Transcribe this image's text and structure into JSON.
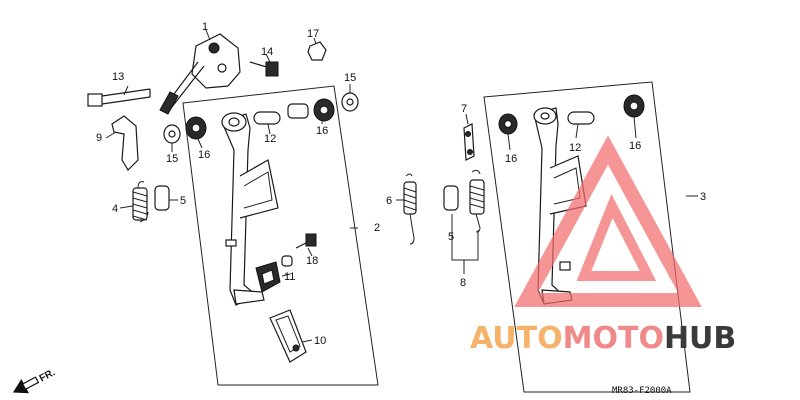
{
  "labels": {
    "l1": "1",
    "l2": "2",
    "l3": "3",
    "l4": "4",
    "l5a": "5",
    "l5b": "5",
    "l6": "6",
    "l7": "7",
    "l8": "8",
    "l9": "9",
    "l10": "10",
    "l11": "11",
    "l12a": "12",
    "l12b": "12",
    "l13": "13",
    "l14": "14",
    "l15a": "15",
    "l15b": "15",
    "l16a": "16",
    "l16b": "16",
    "l16c": "16",
    "l16d": "16",
    "l17": "17",
    "l18": "18"
  },
  "direction_label": "FR.",
  "diagram_code": "MR83-F2000A",
  "watermark": {
    "part1": "AUTO",
    "part2": "MOTO",
    "part3": "HUB",
    "color1": "#f5b26b",
    "color2": "#f08a8a",
    "color3": "#3a3a3a",
    "logo_color": "#f26d6d"
  }
}
